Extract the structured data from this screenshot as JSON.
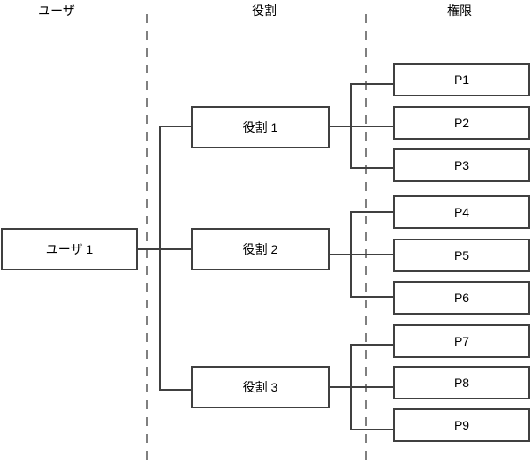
{
  "columns": [
    {
      "id": "user",
      "label": "ユーザ"
    },
    {
      "id": "role",
      "label": "役割"
    },
    {
      "id": "permission",
      "label": "権限"
    }
  ],
  "nodes": {
    "user": {
      "label": "ユーザ 1"
    },
    "roles": [
      {
        "label": "役割 1"
      },
      {
        "label": "役割 2"
      },
      {
        "label": "役割 3"
      }
    ],
    "permissions": [
      {
        "label": "P1"
      },
      {
        "label": "P2"
      },
      {
        "label": "P3"
      },
      {
        "label": "P4"
      },
      {
        "label": "P5"
      },
      {
        "label": "P6"
      },
      {
        "label": "P7"
      },
      {
        "label": "P8"
      },
      {
        "label": "P9"
      }
    ]
  },
  "edges": {
    "user_to_roles": [
      [
        "ユーザ 1",
        "役割 1"
      ],
      [
        "ユーザ 1",
        "役割 2"
      ],
      [
        "ユーザ 1",
        "役割 3"
      ]
    ],
    "role_to_permissions": {
      "役割 1": [
        "P1",
        "P2",
        "P3"
      ],
      "役割 2": [
        "P4",
        "P5",
        "P6"
      ],
      "役割 3": [
        "P7",
        "P8",
        "P9"
      ]
    }
  },
  "colors": {
    "background": "#ffffff",
    "box_border": "#404040",
    "connector": "#404040",
    "divider_dashed": "#808080",
    "text": "#000000"
  }
}
